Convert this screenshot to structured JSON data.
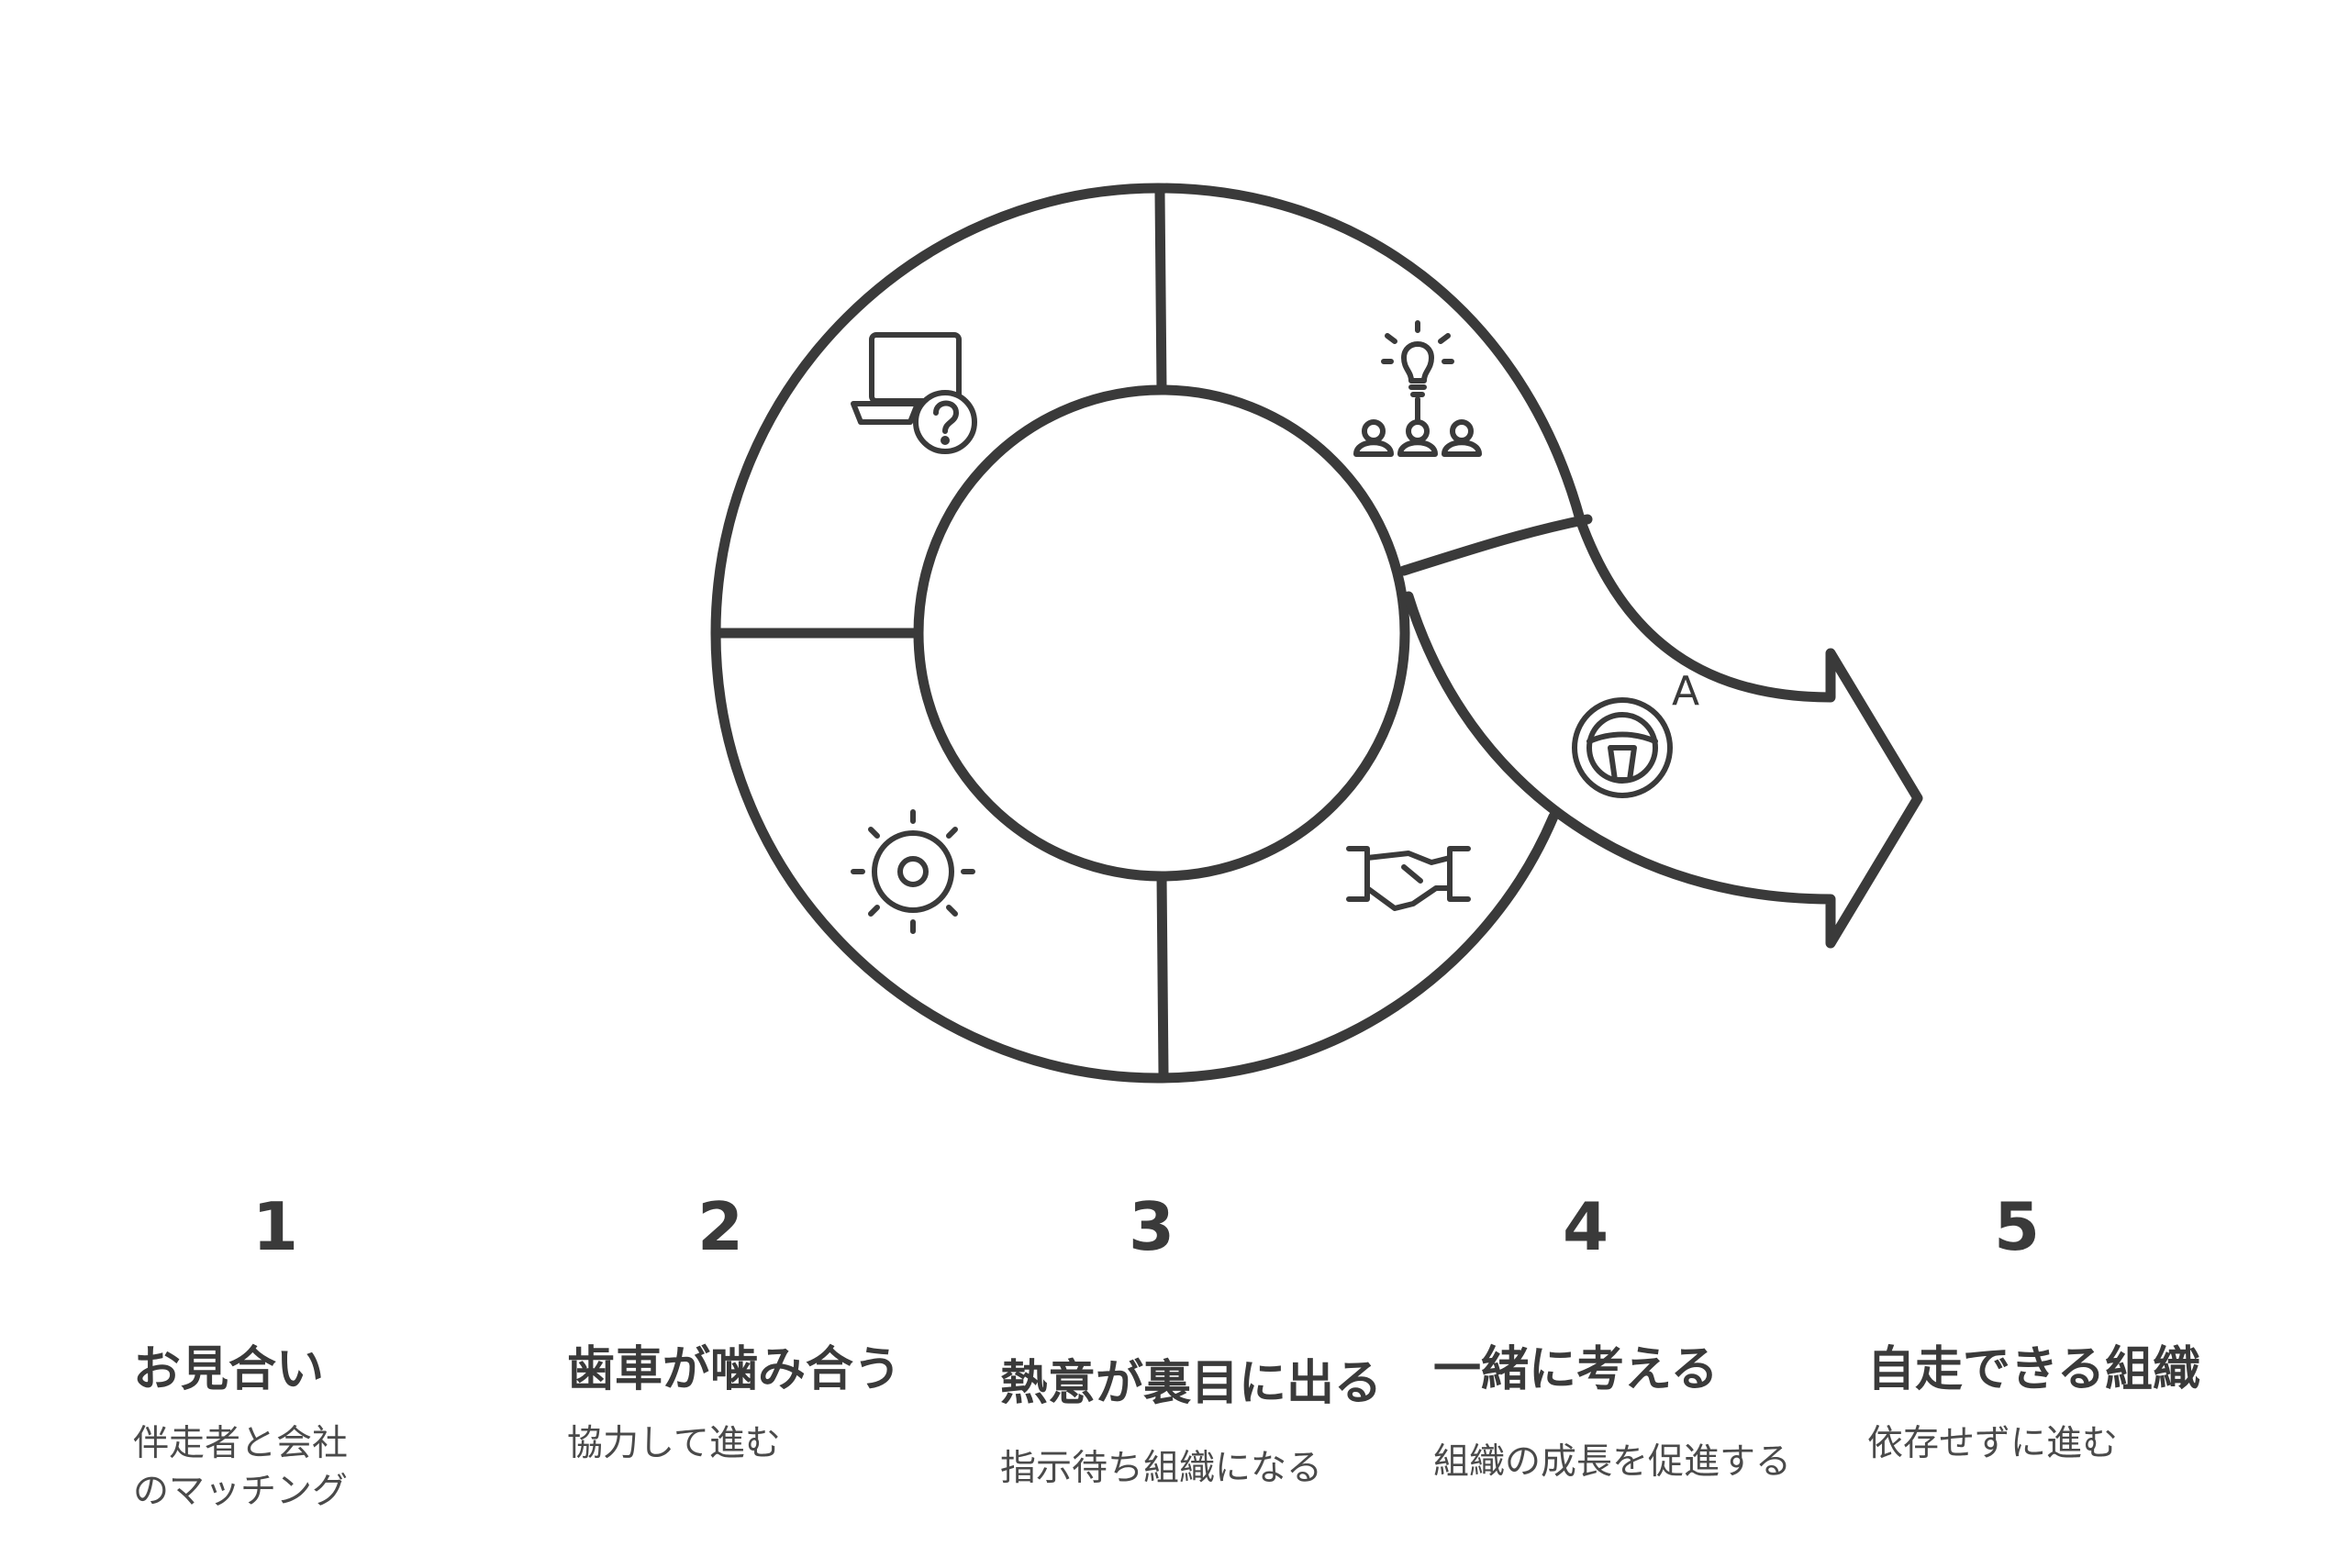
{
  "colors": {
    "stroke": "#3a3a3a",
    "background": "#ffffff"
  },
  "icons": [
    "laptop-question-icon",
    "lightbulb-team-icon",
    "steering-wheel-auto-icon",
    "handshake-icon",
    "gear-sun-icon"
  ],
  "steps": [
    {
      "number": "1",
      "title": "お見合い",
      "description": "伴走者と会社\nのマッチング"
    },
    {
      "number": "2",
      "title": "歯車が噛み合う",
      "description": "協力して進む"
    },
    {
      "number": "3",
      "title": "熱意が裏目に出る",
      "description": "指示待ち組織になる"
    },
    {
      "number": "4",
      "title": "一緒に考える",
      "description": "組織の成長を促進する"
    },
    {
      "number": "5",
      "title": "自走できる組織",
      "description": "依存せずに進む"
    }
  ],
  "auto_badge": "A"
}
